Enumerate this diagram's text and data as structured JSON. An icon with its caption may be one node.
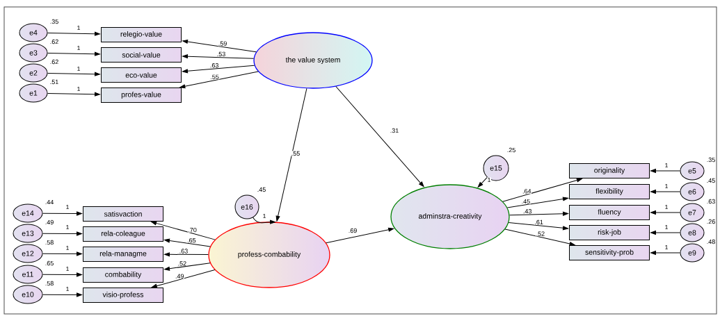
{
  "diagram": {
    "nodes": [
      {
        "text": [
          "the value system"
        ]
      },
      {
        "text": [
          "relegio-value"
        ]
      },
      {
        "text": [
          "social-value"
        ]
      },
      {
        "text": [
          "eco-value"
        ]
      },
      {
        "text": [
          "profes-value"
        ]
      },
      {
        "text": [
          "e4"
        ],
        "beside": [
          ".35"
        ]
      },
      {
        "text": [
          "e3"
        ],
        "beside": [
          ".62"
        ]
      },
      {
        "text": [
          "e2"
        ],
        "beside": [
          ".62"
        ]
      },
      {
        "text": [
          "e1"
        ],
        "beside": [
          ".51"
        ]
      },
      {
        "text": [
          "profess-combability"
        ]
      },
      {
        "text": [
          "satisvaction"
        ]
      },
      {
        "text": [
          "rela-coleague"
        ]
      },
      {
        "text": [
          "rela-managme"
        ]
      },
      {
        "text": [
          "combability"
        ]
      },
      {
        "text": [
          "visio-profess"
        ]
      },
      {
        "text": [
          "e14"
        ],
        "beside": [
          ".44"
        ]
      },
      {
        "text": [
          "e13"
        ],
        "beside": [
          ".49"
        ]
      },
      {
        "text": [
          "e12"
        ],
        "beside": [
          ".58"
        ]
      },
      {
        "text": [
          "e11"
        ],
        "beside": [
          ".65"
        ]
      },
      {
        "text": [
          "e10"
        ],
        "beside": [
          ".58"
        ]
      },
      {
        "text": [
          "e16"
        ],
        "beside": [
          ".45"
        ]
      },
      {
        "text": [
          "adminstra-creativity"
        ]
      },
      {
        "text": [
          "e15"
        ],
        "beside": [
          ".25"
        ]
      },
      {
        "text": [
          "originality"
        ]
      },
      {
        "text": [
          "flexibility"
        ]
      },
      {
        "text": [
          "fluency"
        ]
      },
      {
        "text": [
          "risk-job"
        ]
      },
      {
        "text": [
          "sensitivity-prob"
        ]
      },
      {
        "text": [
          "e5"
        ],
        "beside": [
          ".35"
        ]
      },
      {
        "text": [
          "e6"
        ],
        "beside": [
          ".45"
        ]
      },
      {
        "text": [
          "e7"
        ],
        "beside": [
          ".63"
        ]
      },
      {
        "text": [
          "e8"
        ],
        "beside": [
          ".26"
        ]
      },
      {
        "text": [
          "e9"
        ],
        "beside": [
          ".48"
        ]
      }
    ],
    "edges": [
      {
        "from": 0,
        "to": 1,
        "arrow": "to",
        "label": ".59"
      },
      {
        "from": 0,
        "to": 2,
        "arrow": "to",
        "label": ".53"
      },
      {
        "from": 0,
        "to": 3,
        "arrow": "to",
        "label": ".63"
      },
      {
        "from": 0,
        "to": 4,
        "arrow": "to",
        "label": ".55"
      },
      {
        "from": 5,
        "to": 1,
        "arrow": "to",
        "label": "1"
      },
      {
        "from": 6,
        "to": 2,
        "arrow": "to",
        "label": "1"
      },
      {
        "from": 7,
        "to": 3,
        "arrow": "to",
        "label": "1"
      },
      {
        "from": 8,
        "to": 4,
        "arrow": "to",
        "label": "1"
      },
      {
        "from": 0,
        "to": 9,
        "arrow": "to",
        "label": ".55"
      },
      {
        "from": 0,
        "to": 21,
        "arrow": "to",
        "label": ".31"
      },
      {
        "from": 9,
        "to": 21,
        "arrow": "to",
        "label": ".69"
      },
      {
        "from": 9,
        "to": 10,
        "arrow": "to",
        "label": ".70"
      },
      {
        "from": 9,
        "to": 11,
        "arrow": "to",
        "label": ".65"
      },
      {
        "from": 9,
        "to": 12,
        "arrow": "to",
        "label": ".63"
      },
      {
        "from": 9,
        "to": 13,
        "arrow": "to",
        "label": ".52"
      },
      {
        "from": 9,
        "to": 14,
        "arrow": "to",
        "label": ".49"
      },
      {
        "from": 15,
        "to": 10,
        "arrow": "to",
        "label": "1"
      },
      {
        "from": 16,
        "to": 11,
        "arrow": "to",
        "label": "1"
      },
      {
        "from": 17,
        "to": 12,
        "arrow": "to",
        "label": "1"
      },
      {
        "from": 18,
        "to": 13,
        "arrow": "to",
        "label": "1"
      },
      {
        "from": 19,
        "to": 14,
        "arrow": "to",
        "label": "1"
      },
      {
        "from": 20,
        "to": 9,
        "arrow": "to",
        "label": "1"
      },
      {
        "from": 22,
        "to": 21,
        "arrow": "to",
        "label": "1"
      },
      {
        "from": 21,
        "to": 23,
        "arrow": "to",
        "label": ".64"
      },
      {
        "from": 21,
        "to": 24,
        "arrow": "to",
        "label": ".45"
      },
      {
        "from": 21,
        "to": 25,
        "arrow": "to",
        "label": ".43"
      },
      {
        "from": 21,
        "to": 26,
        "arrow": "to",
        "label": ".61"
      },
      {
        "from": 21,
        "to": 27,
        "arrow": "to",
        "label": ".52"
      },
      {
        "from": 28,
        "to": 23,
        "arrow": "to",
        "label": "1"
      },
      {
        "from": 29,
        "to": 24,
        "arrow": "to",
        "label": "1"
      },
      {
        "from": 30,
        "to": 25,
        "arrow": "to",
        "label": "1"
      },
      {
        "from": 31,
        "to": 26,
        "arrow": "to",
        "label": "1"
      },
      {
        "from": 32,
        "to": 27,
        "arrow": "to",
        "label": "1"
      }
    ]
  }
}
